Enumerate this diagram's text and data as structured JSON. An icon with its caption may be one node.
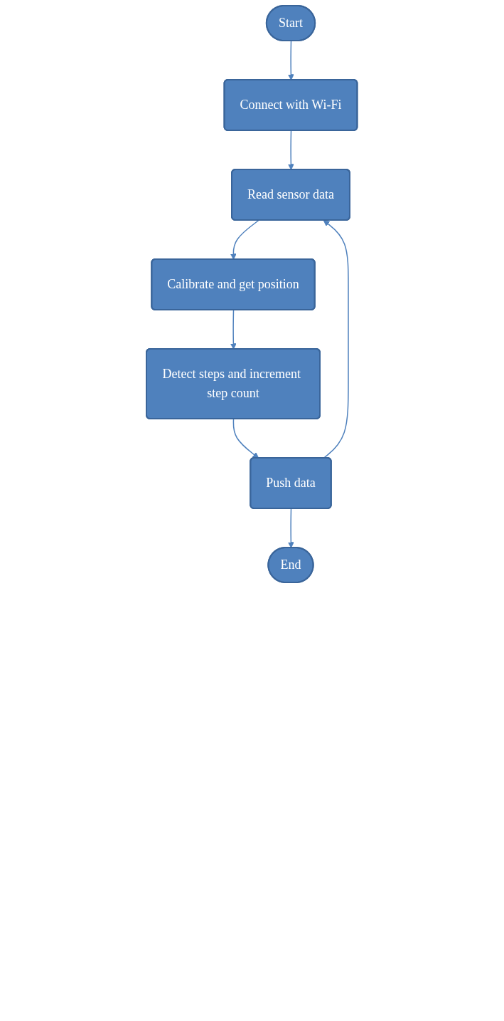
{
  "diagram": {
    "nodes": [
      {
        "text": [
          "Start"
        ]
      },
      {
        "text": [
          "Connect with Wi-Fi"
        ]
      },
      {
        "text": [
          "Read sensor data"
        ]
      },
      {
        "text": [
          "Calibrate and get position"
        ]
      },
      {
        "text": [
          "Detect steps and increment step count"
        ]
      },
      {
        "text": [
          "Push data"
        ]
      },
      {
        "text": [
          "End"
        ]
      }
    ],
    "edges": [
      {
        "from": 0,
        "to": 1,
        "arrow": "to"
      },
      {
        "from": 1,
        "to": 2,
        "arrow": "to"
      },
      {
        "from": 2,
        "to": 3,
        "arrow": "to"
      },
      {
        "from": 3,
        "to": 4,
        "arrow": "to"
      },
      {
        "from": 4,
        "to": 5,
        "arrow": "to"
      },
      {
        "from": 5,
        "to": 2,
        "arrow": "to"
      },
      {
        "from": 5,
        "to": 6,
        "arrow": "to"
      }
    ]
  }
}
